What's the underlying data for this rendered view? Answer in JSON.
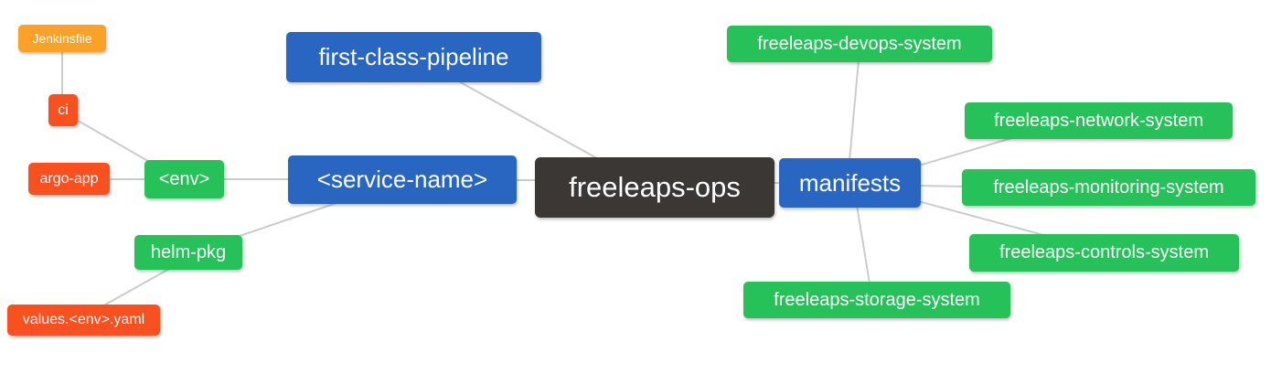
{
  "diagram": {
    "type": "mindmap",
    "root": "freeleaps-ops",
    "palette": {
      "root_bg": "#3B3734",
      "level1_bg": "#2866C1",
      "level2_bg": "#26C159",
      "level3_bg": "#F8501F",
      "level4_bg": "#F9A227",
      "text": "#FFFFFF",
      "edge": "#CCCCCC",
      "background": "#FFFFFF"
    },
    "nodes": {
      "freeleaps_ops": {
        "label": "freeleaps-ops",
        "level": 0
      },
      "first_class_pipeline": {
        "label": "first-class-pipeline",
        "level": 1
      },
      "service_name": {
        "label": "<service-name>",
        "level": 1
      },
      "manifests": {
        "label": "manifests",
        "level": 1
      },
      "env": {
        "label": "<env>",
        "level": 2
      },
      "helm_pkg": {
        "label": "helm-pkg",
        "level": 2
      },
      "devops_system": {
        "label": "freeleaps-devops-system",
        "level": 2
      },
      "network_system": {
        "label": "freeleaps-network-system",
        "level": 2
      },
      "monitoring_system": {
        "label": "freeleaps-monitoring-system",
        "level": 2
      },
      "controls_system": {
        "label": "freeleaps-controls-system",
        "level": 2
      },
      "storage_system": {
        "label": "freeleaps-storage-system",
        "level": 2
      },
      "ci": {
        "label": "ci",
        "level": 3
      },
      "argo_app": {
        "label": "argo-app",
        "level": 3
      },
      "values_env_yaml": {
        "label": "values.<env>.yaml",
        "level": 3
      },
      "jenkinsfile": {
        "label": "Jenkinsfile",
        "level": 4
      }
    },
    "edges": [
      {
        "from": "freeleaps_ops",
        "to": "first_class_pipeline"
      },
      {
        "from": "freeleaps_ops",
        "to": "service_name"
      },
      {
        "from": "freeleaps_ops",
        "to": "manifests"
      },
      {
        "from": "service_name",
        "to": "env"
      },
      {
        "from": "service_name",
        "to": "helm_pkg"
      },
      {
        "from": "env",
        "to": "ci"
      },
      {
        "from": "env",
        "to": "argo_app"
      },
      {
        "from": "ci",
        "to": "jenkinsfile"
      },
      {
        "from": "helm_pkg",
        "to": "values_env_yaml"
      },
      {
        "from": "manifests",
        "to": "devops_system"
      },
      {
        "from": "manifests",
        "to": "network_system"
      },
      {
        "from": "manifests",
        "to": "monitoring_system"
      },
      {
        "from": "manifests",
        "to": "controls_system"
      },
      {
        "from": "manifests",
        "to": "storage_system"
      }
    ]
  }
}
